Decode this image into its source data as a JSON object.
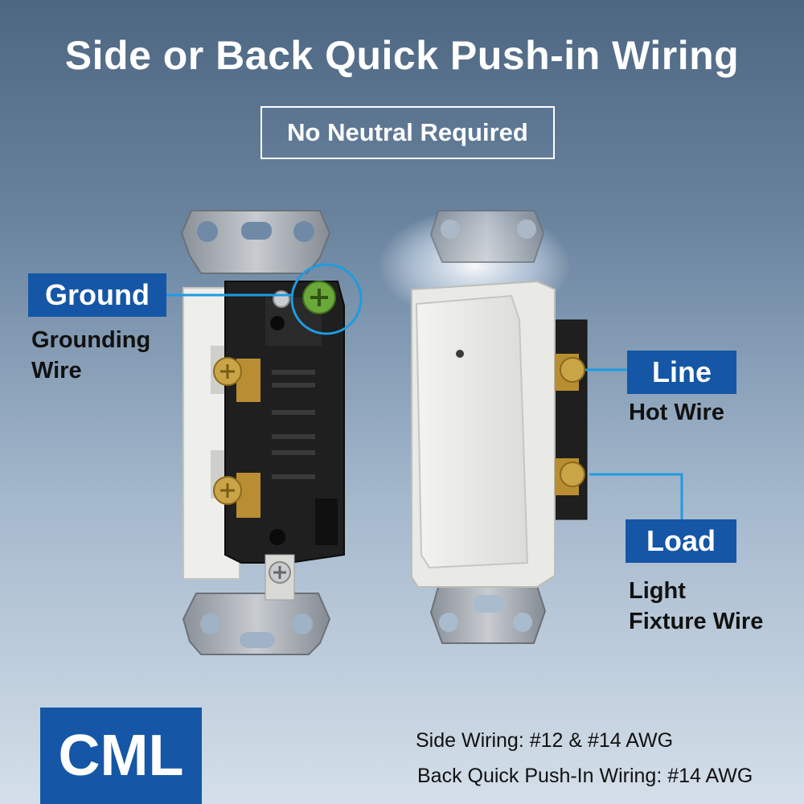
{
  "title": "Side or Back Quick Push-in Wiring",
  "subtitle": "No Neutral Required",
  "callouts": {
    "ground": {
      "label": "Ground",
      "description_lines": [
        "Grounding",
        "Wire"
      ]
    },
    "line": {
      "label": "Line",
      "description_lines": [
        "Hot Wire"
      ]
    },
    "load": {
      "label": "Load",
      "description_lines": [
        "Light",
        "Fixture Wire"
      ]
    }
  },
  "brand": "CML",
  "specs": [
    "Side Wiring:  #12 & #14 AWG",
    "Back Quick Push-In Wiring: #14 AWG"
  ],
  "colors": {
    "accent_blue": "#1557a6",
    "callout_line": "#1e9be0",
    "ground_screw": "#6aa83a",
    "brass_screw": "#c9a548"
  }
}
